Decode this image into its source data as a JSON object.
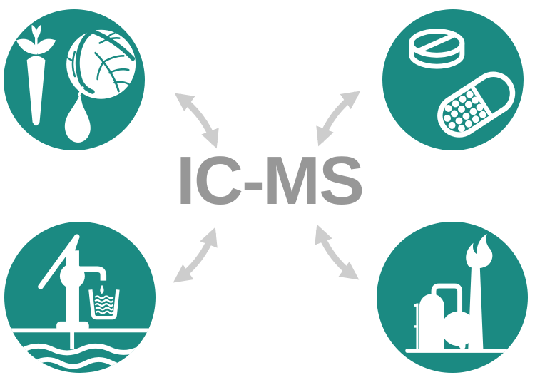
{
  "diagram": {
    "center_label": "IC-MS",
    "nodes": [
      {
        "id": "food",
        "icon": "vegetables-icon",
        "description": "carrot, cabbage and pear pictogram",
        "position": "top-left"
      },
      {
        "id": "pharma",
        "icon": "tablet-capsule-icon",
        "description": "pill tablet and granule-filled capsule pictogram",
        "position": "top-right"
      },
      {
        "id": "water",
        "icon": "water-pump-icon",
        "description": "hand water pump filling a glass above groundwater waves pictogram",
        "position": "bottom-left"
      },
      {
        "id": "industry",
        "icon": "chemical-plant-icon",
        "description": "flare stack, storage tank and spherical vessel pictogram",
        "position": "bottom-right"
      }
    ],
    "arrows": [
      {
        "from": "center",
        "to": "food",
        "bidirectional": true
      },
      {
        "from": "center",
        "to": "pharma",
        "bidirectional": true
      },
      {
        "from": "center",
        "to": "water",
        "bidirectional": true
      },
      {
        "from": "center",
        "to": "industry",
        "bidirectional": true
      }
    ],
    "colors": {
      "node_teal": "#1b8a82",
      "icon_white": "#ffffff",
      "center_text_gray": "#979797",
      "arrow_gray": "#cdcdcd",
      "background": "#ffffff"
    }
  }
}
